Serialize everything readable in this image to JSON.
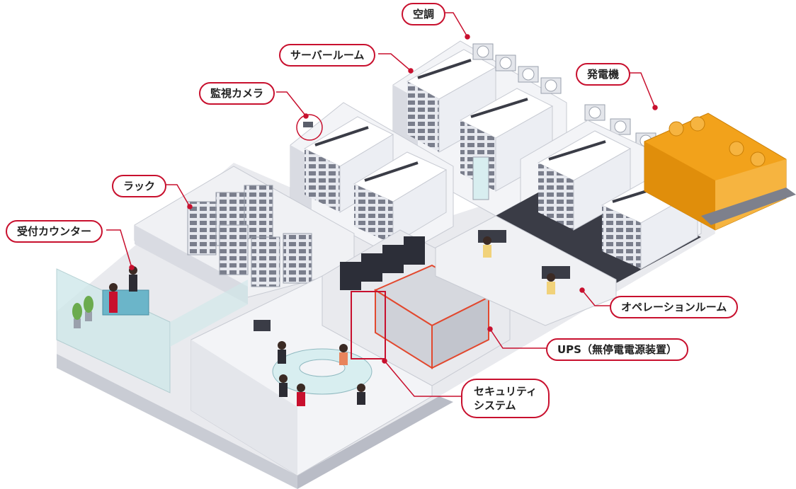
{
  "labels": {
    "air_conditioning": "空調",
    "server_room": "サーバールーム",
    "generator": "発電機",
    "surveillance_camera": "監視カメラ",
    "rack": "ラック",
    "reception_counter": "受付カウンター",
    "operation_room": "オペレーションルーム",
    "ups": "UPS（無停電電源装置）",
    "security_system_line1": "セキュリティ",
    "security_system_line2": "システム"
  },
  "colors": {
    "accent": "#c8102e",
    "floor": "#e9eaee",
    "wall": "#f3f4f7",
    "wall_shade": "#d9dbe2",
    "dark_floor": "#3a3c46",
    "generator": "#f2a21b",
    "battery_rack": "#e2482e",
    "glass": "#cfe8ea"
  }
}
